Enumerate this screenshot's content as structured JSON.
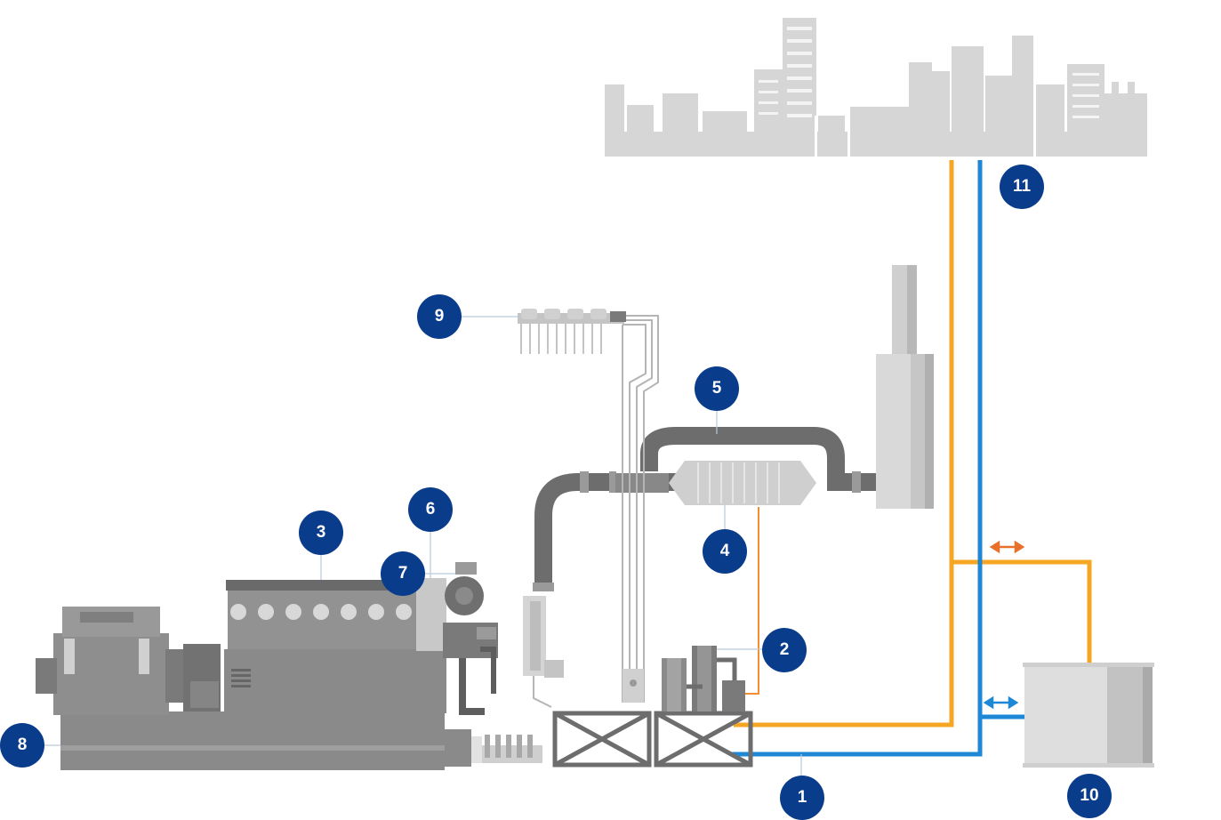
{
  "colors": {
    "badge": "#0a3c8c",
    "hot_water": "#f5a623",
    "cold_water": "#1e88d6",
    "exchange_arrow": "#e8702a",
    "exchange_arrow_cold": "#1e88d6",
    "machinery_dark": "#7a7a7a",
    "machinery_mid": "#8f8f8f",
    "machinery_light": "#c8c8c8",
    "city": "#d6d6d6"
  },
  "badges": [
    {
      "id": "1",
      "label": "1"
    },
    {
      "id": "2",
      "label": "2"
    },
    {
      "id": "3",
      "label": "3"
    },
    {
      "id": "4",
      "label": "4"
    },
    {
      "id": "5",
      "label": "5"
    },
    {
      "id": "6",
      "label": "6"
    },
    {
      "id": "7",
      "label": "7"
    },
    {
      "id": "8",
      "label": "8"
    },
    {
      "id": "9",
      "label": "9"
    },
    {
      "id": "10",
      "label": "10"
    },
    {
      "id": "11",
      "label": "11"
    }
  ],
  "icons": {
    "city": "city-skyline-icon",
    "engine": "engine-icon",
    "stack": "exhaust-stack-icon",
    "storage": "heat-storage-tank-icon"
  }
}
